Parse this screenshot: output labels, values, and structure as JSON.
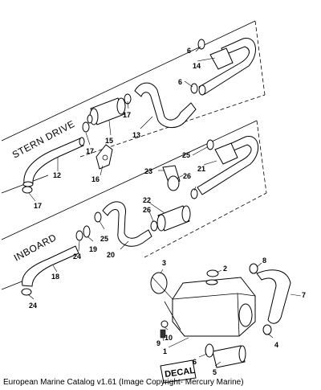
{
  "diagram": {
    "group_labels": {
      "stern_drive": "STERN DRIVE",
      "inboard": "INBOARD"
    },
    "callouts": {
      "c1": "1",
      "c2": "2",
      "c3": "3",
      "c4": "4",
      "c5": "5",
      "c6a": "6",
      "c6b": "6",
      "c6c": "6",
      "c7": "7",
      "c8": "8",
      "c9": "9",
      "c10": "10",
      "c12": "12",
      "c13": "13",
      "c14": "14",
      "c15": "15",
      "c16": "16",
      "c17a": "17",
      "c17b": "17",
      "c17c": "17",
      "c18": "18",
      "c19": "19",
      "c20": "20",
      "c21": "21",
      "c22": "22",
      "c23": "23",
      "c24a": "24",
      "c24b": "24",
      "c25a": "25",
      "c25b": "25",
      "c26a": "26",
      "c26b": "26"
    },
    "decal_text": "DECAL"
  },
  "caption": "European Marine Catalog v1.61 (Image Copyright- Mercury Marine)"
}
